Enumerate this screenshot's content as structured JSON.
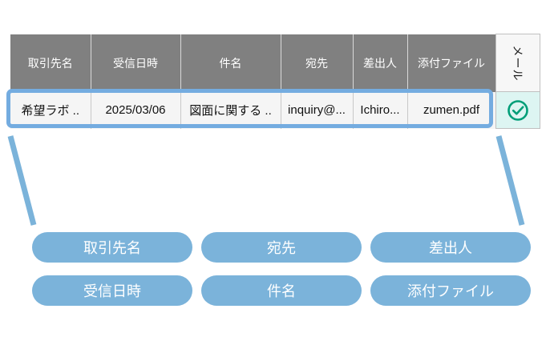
{
  "table": {
    "headers": [
      {
        "label": "取引先名",
        "name": "column-header-partner-name"
      },
      {
        "label": "受信日時",
        "name": "column-header-received-datetime"
      },
      {
        "label": "件名",
        "name": "column-header-subject"
      },
      {
        "label": "宛先",
        "name": "column-header-recipient"
      },
      {
        "label": "差出人",
        "name": "column-header-sender"
      },
      {
        "label": "添付ファイル",
        "name": "column-header-attachment"
      }
    ],
    "mail_column_header": "メール",
    "row": {
      "partner_name": "希望ラボ ..",
      "received_datetime": "2025/03/06",
      "subject": "図面に関する ..",
      "recipient": "inquiry@...",
      "sender": "Ichiro...",
      "attachment": "zumen.pdf",
      "mail_status_icon": "check-circle-icon"
    }
  },
  "pills": [
    {
      "label": "取引先名",
      "name": "pill-partner-name"
    },
    {
      "label": "受信日時",
      "name": "pill-received-datetime"
    },
    {
      "label": "宛先",
      "name": "pill-recipient"
    },
    {
      "label": "件名",
      "name": "pill-subject"
    },
    {
      "label": "差出人",
      "name": "pill-sender"
    },
    {
      "label": "添付ファイル",
      "name": "pill-attachment"
    }
  ],
  "colors": {
    "header_gray": "#808080",
    "pill_blue": "#7bb3da",
    "highlight_blue": "#74ace0",
    "check_green": "#009e78",
    "check_cell_bg": "#ddf5f2",
    "row_bg": "#f5f5f5"
  }
}
